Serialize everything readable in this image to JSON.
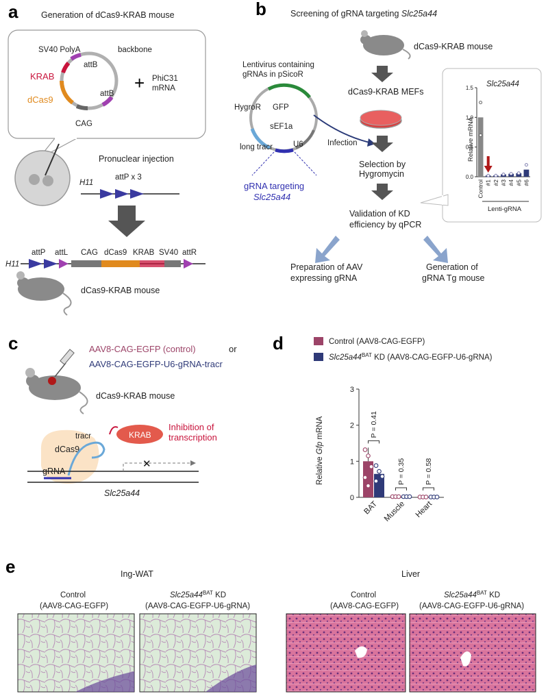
{
  "panels": {
    "a": {
      "letter": "a",
      "title": "Generation of dCas9-KRAB mouse",
      "plasmid": {
        "labels": {
          "sv40": "SV40 PolyA",
          "backbone": "backbone",
          "krab": "KRAB",
          "dcas9": "dCas9",
          "cag": "CAG",
          "attb1": "attB",
          "attb2": "attB"
        },
        "plus": "+",
        "phic31_line1": "PhiC31",
        "phic31_line2": "mRNA",
        "colors": {
          "krab": "#c8143c",
          "dcas9": "#e08a1e",
          "attB": "#a040b0",
          "cag": "#666666",
          "backbone": "#b0b0b0"
        }
      },
      "injection": "Pronuclear injection",
      "h11_label": "H11",
      "attp_label": "attP x 3",
      "locus": {
        "h11": "H11",
        "elements": [
          "attP",
          "attL",
          "CAG",
          "dCas9",
          "KRAB",
          "SV40",
          "attR"
        ]
      },
      "mouse_label": "dCas9-KRAB mouse"
    },
    "b": {
      "letter": "b",
      "title_prefix": "Screening of gRNA targeting ",
      "title_gene": "Slc25a44",
      "lenti_line1": "Lentivirus containing",
      "lenti_line2": "gRNAs in pSicoR",
      "vector": {
        "hygro": "HygroR",
        "gfp": "GFP",
        "sef1a": "sEF1a",
        "u6": "U6",
        "tracr": "long tracr"
      },
      "grna_line1": "gRNA targeting",
      "grna_line2": "Slc25a44",
      "infection": "Infection",
      "mouse": "dCas9-KRAB mouse",
      "mefs": "dCas9-KRAB MEFs",
      "selection_line1": "Selection by",
      "selection_line2": "Hygromycin",
      "validation_line1": "Validation of KD",
      "validation_line2": "efficiency by qPCR",
      "aav_line1": "Preparation of AAV",
      "aav_line2": "expressing gRNA",
      "tg_line1": "Generation of",
      "tg_line2": "gRNA Tg mouse"
    },
    "c": {
      "letter": "c",
      "aav_control": "AAV8-CAG-EGFP (control)",
      "or": "or",
      "aav_kd": "AAV8-CAG-EGFP-U6-gRNA-tracr",
      "mouse_label": "dCas9-KRAB mouse",
      "tracr": "tracr",
      "krab": "KRAB",
      "inhibition_line1": "Inhibition of",
      "inhibition_line2": "transcription",
      "dcas9": "dCas9",
      "grna": "gRNA",
      "gene": "Slc25a44",
      "x_mark": "✕"
    },
    "d": {
      "letter": "d"
    },
    "e": {
      "letter": "e",
      "group1": "Ing-WAT",
      "group2": "Liver",
      "ctrl_line1": "Control",
      "ctrl_line2": "(AAV8-CAG-EGFP)",
      "kd_gene": "Slc25a44",
      "kd_sup": "BAT",
      "kd_suffix": " KD",
      "kd_line2": "(AAV8-CAG-EGFP-U6-gRNA)"
    }
  },
  "chart_data": [
    {
      "id": "b_inset",
      "type": "bar",
      "title": "Slc25a44",
      "ylabel": "Relative mRNA",
      "ylim": [
        0,
        1.5
      ],
      "yticks": [
        "0.0",
        "0.5",
        "1.0",
        "1.5"
      ],
      "categories": [
        "Control",
        "#1",
        "#2",
        "#3",
        "#4",
        "#5",
        "#6"
      ],
      "values": [
        1.0,
        0.02,
        0.02,
        0.04,
        0.05,
        0.06,
        0.12
      ],
      "points": [
        [
          1.25,
          0.7
        ],
        [
          0.02
        ],
        [
          0.02
        ],
        [
          0.04
        ],
        [
          0.05
        ],
        [
          0.06
        ],
        [
          0.2
        ]
      ],
      "group_label": "Lenti-gRNA",
      "colors": [
        "#888888",
        "#2f3a78"
      ],
      "arrow_color": "#b01818"
    },
    {
      "id": "d",
      "type": "bar",
      "ylabel_prefix": "Relative ",
      "ylabel_gene": "Gfp",
      "ylabel_suffix": " mRNA",
      "ylim": [
        0,
        3
      ],
      "yticks": [
        "0",
        "1",
        "2",
        "3"
      ],
      "categories": [
        "BAT",
        "Muscle",
        "Heart"
      ],
      "series": [
        {
          "name": "Control (AAV8-CAG-EGFP)",
          "values": [
            1.0,
            0.02,
            0.01
          ],
          "errors": [
            0.38,
            0.01,
            0.01
          ],
          "points": [
            [
              1.32,
              1.15,
              0.85,
              0.55,
              0.32
            ],
            [
              0.02,
              0.02,
              0.02
            ],
            [
              0.01,
              0.01,
              0.01
            ]
          ],
          "color": "#9c4468"
        },
        {
          "name_gene": "Slc25a44",
          "name_sup": "BAT",
          "name_suffix": " KD (AAV8-CAG-EGFP-U6-gRNA)",
          "values": [
            0.65,
            0.02,
            0.01
          ],
          "errors": [
            0.12,
            0.01,
            0.01
          ],
          "points": [
            [
              0.88,
              0.72,
              0.58,
              0.45
            ],
            [
              0.02,
              0.02,
              0.02
            ],
            [
              0.01,
              0.01,
              0.01
            ]
          ],
          "color": "#2f3a78"
        }
      ],
      "pvalues": [
        "P = 0.41",
        "P = 0.35",
        "P = 0.58"
      ]
    }
  ]
}
